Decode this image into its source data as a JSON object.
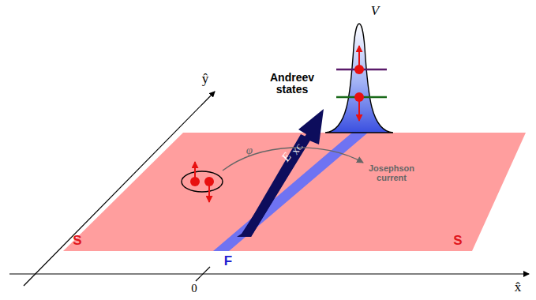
{
  "diagram": {
    "labels": [
      "V",
      "Andreev states",
      "φ",
      "E",
      "XC",
      "Josephson current",
      "S",
      "S",
      "F",
      "0",
      "x̂",
      "ŷ"
    ]
  }
}
